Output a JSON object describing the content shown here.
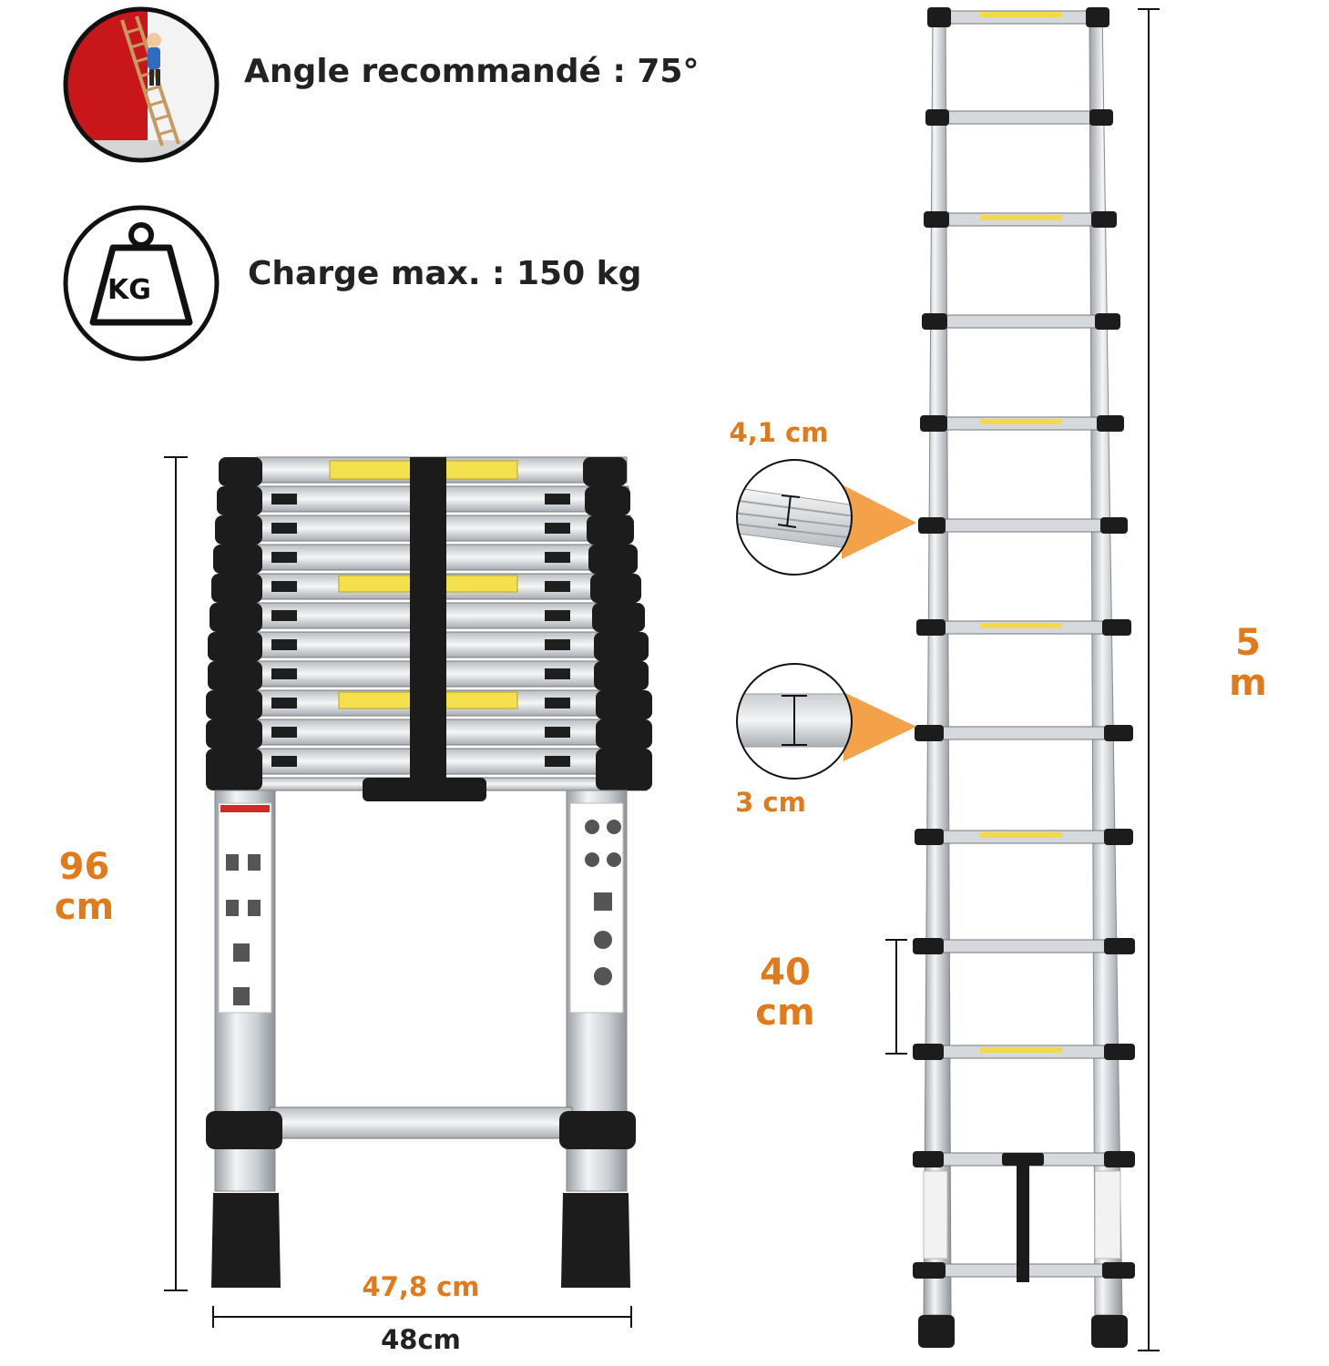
{
  "specs": {
    "angle_label": "Angle recommandé : 75°",
    "load_label": "Charge max. : 150 kg",
    "kg_badge": "KG",
    "angle_icon": "ladder-against-wall-icon",
    "load_icon": "weight-kg-icon"
  },
  "folded": {
    "height_value": "96",
    "height_unit": "cm",
    "inner_width": "47,8 cm",
    "outer_width": "48cm"
  },
  "extended": {
    "height_value": "5",
    "height_unit": "m",
    "step_spacing_value": "40",
    "step_spacing_unit": "cm",
    "profile_depth": "4,1 cm",
    "profile_height": "3 cm"
  },
  "colors": {
    "accent": "#e07a1a",
    "text": "#222222",
    "rubber": "#1c1c1c",
    "aluminium": "#d9dde1"
  }
}
